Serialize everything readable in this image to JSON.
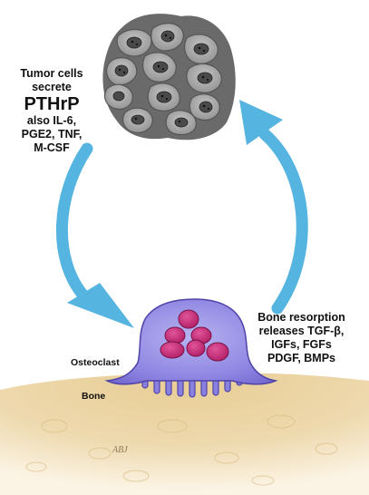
{
  "tumor_label": {
    "line1": "Tumor cells",
    "line2": "secrete",
    "highlight": "PTHrP",
    "line3": "also  IL-6,",
    "line4": "PGE2, TNF,",
    "line5": "M-CSF"
  },
  "resorption_label": {
    "line1": "Bone resorption",
    "line2": "releases TGF-β,",
    "line3": "IGFs, FGFs",
    "line4": "PDGF, BMPs"
  },
  "osteoclast_label": "Osteoclast",
  "bone_label": "Bone",
  "signature": "ABJ",
  "colors": {
    "arrow": "#56b4e0",
    "bone": "#e3c58a",
    "osteoclast": "#8a80e0",
    "nucleus": "#c8307a",
    "tumor_cell": "#a9a9a9"
  }
}
